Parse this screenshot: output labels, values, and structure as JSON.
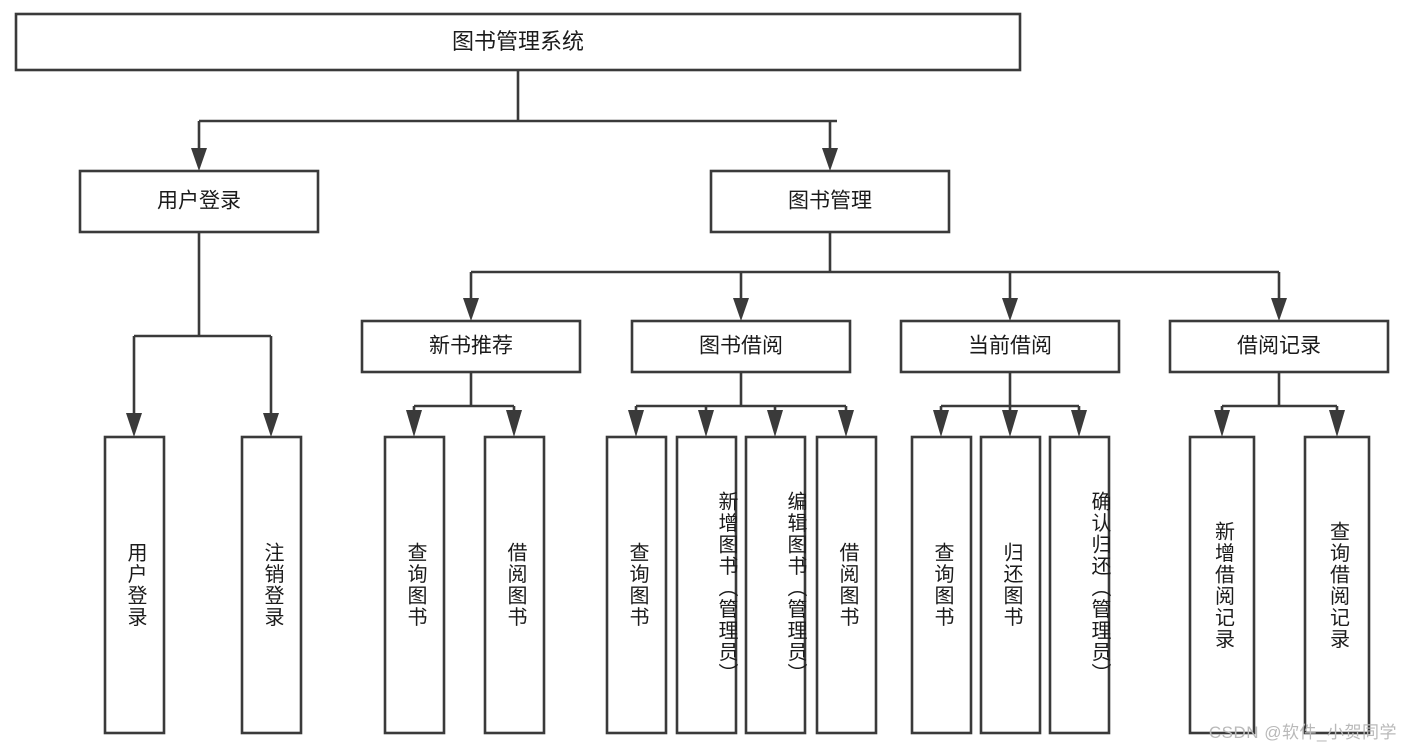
{
  "diagram": {
    "title": "图书管理系统",
    "type": "tree",
    "watermark": "CSDN @软件_小贺同学",
    "colors": {
      "box_stroke": "#3a3a3a",
      "box_fill": "#ffffff",
      "text": "#1b1b1b",
      "watermark": "#b9b9b9",
      "background": "#ffffff"
    },
    "root": {
      "label": "图书管理系统"
    },
    "level1": [
      {
        "label": "用户登录"
      },
      {
        "label": "图书管理"
      }
    ],
    "level2": [
      {
        "label": "新书推荐"
      },
      {
        "label": "图书借阅"
      },
      {
        "label": "当前借阅"
      },
      {
        "label": "借阅记录"
      }
    ],
    "leaves": {
      "user_login": [
        {
          "label": "用户登录"
        },
        {
          "label": "注销登录"
        }
      ],
      "new_book_recommend": [
        {
          "label": "查询图书"
        },
        {
          "label": "借阅图书"
        }
      ],
      "book_borrow": [
        {
          "label": "查询图书"
        },
        {
          "label": "新增图书（管理员）"
        },
        {
          "label": "编辑图书（管理员）"
        },
        {
          "label": "借阅图书"
        }
      ],
      "current_borrow": [
        {
          "label": "查询图书"
        },
        {
          "label": "归还图书"
        },
        {
          "label": "确认归还（管理员）"
        }
      ],
      "borrow_record": [
        {
          "label": "新增借阅记录"
        },
        {
          "label": "查询借阅记录"
        }
      ]
    }
  }
}
